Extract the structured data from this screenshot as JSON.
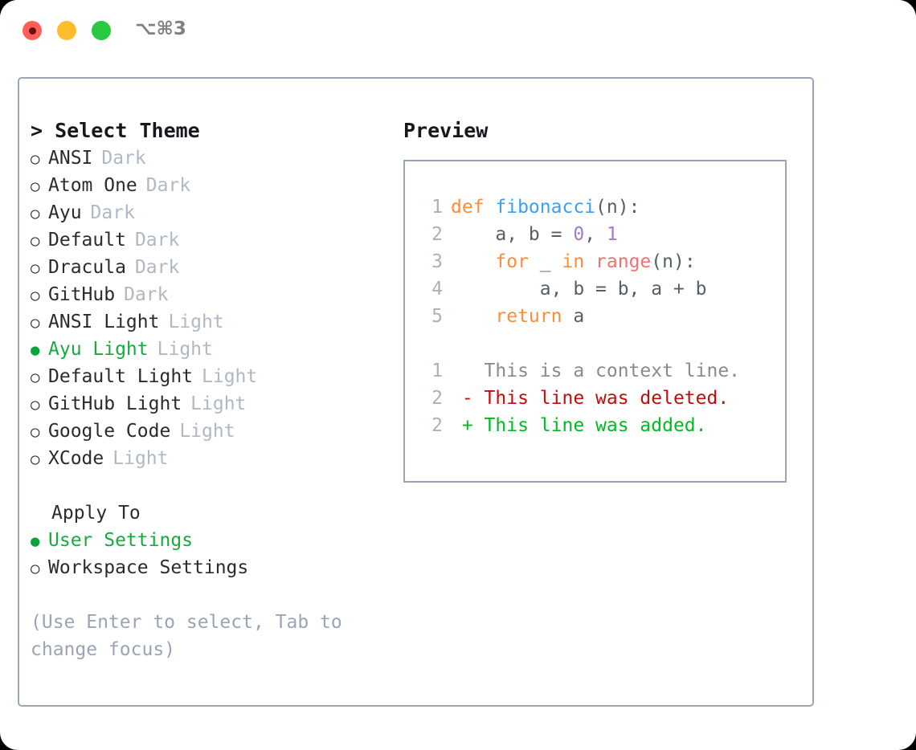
{
  "titlebar": {
    "shortcut": "⌥⌘3",
    "buttons": [
      "close",
      "minimize",
      "maximize"
    ]
  },
  "theme_panel": {
    "heading": "> Select Theme",
    "items": [
      {
        "marker": "○",
        "label": "ANSI",
        "tag": "Dark",
        "selected": false
      },
      {
        "marker": "○",
        "label": "Atom One",
        "tag": "Dark",
        "selected": false
      },
      {
        "marker": "○",
        "label": "Ayu",
        "tag": "Dark",
        "selected": false
      },
      {
        "marker": "○",
        "label": "Default",
        "tag": "Dark",
        "selected": false
      },
      {
        "marker": "○",
        "label": "Dracula",
        "tag": "Dark",
        "selected": false
      },
      {
        "marker": "○",
        "label": "GitHub",
        "tag": "Dark",
        "selected": false
      },
      {
        "marker": "○",
        "label": "ANSI Light",
        "tag": "Light",
        "selected": false
      },
      {
        "marker": "●",
        "label": "Ayu Light",
        "tag": "Light",
        "selected": true
      },
      {
        "marker": "○",
        "label": "Default Light",
        "tag": "Light",
        "selected": false
      },
      {
        "marker": "○",
        "label": "GitHub Light",
        "tag": "Light",
        "selected": false
      },
      {
        "marker": "○",
        "label": "Google Code",
        "tag": "Light",
        "selected": false
      },
      {
        "marker": "○",
        "label": "XCode",
        "tag": "Light",
        "selected": false
      }
    ]
  },
  "apply_to": {
    "heading": "Apply To",
    "items": [
      {
        "marker": "●",
        "label": "User Settings",
        "selected": true
      },
      {
        "marker": "○",
        "label": "Workspace Settings",
        "selected": false
      }
    ]
  },
  "hint": "(Use Enter to select, Tab to change focus)",
  "preview": {
    "heading": "Preview",
    "code_lines": [
      {
        "lineno": "1",
        "tokens": [
          {
            "text": "def ",
            "kind": "kw"
          },
          {
            "text": "fibonacci",
            "kind": "fn"
          },
          {
            "text": "(n):",
            "kind": "plain"
          }
        ]
      },
      {
        "lineno": "2",
        "tokens": [
          {
            "text": "    a, b = ",
            "kind": "plain"
          },
          {
            "text": "0",
            "kind": "num"
          },
          {
            "text": ", ",
            "kind": "plain"
          },
          {
            "text": "1",
            "kind": "num"
          }
        ]
      },
      {
        "lineno": "3",
        "tokens": [
          {
            "text": "    ",
            "kind": "plain"
          },
          {
            "text": "for",
            "kind": "kw"
          },
          {
            "text": " _ ",
            "kind": "plain"
          },
          {
            "text": "in",
            "kind": "kw"
          },
          {
            "text": " ",
            "kind": "plain"
          },
          {
            "text": "range",
            "kind": "builtin"
          },
          {
            "text": "(n):",
            "kind": "plain"
          }
        ]
      },
      {
        "lineno": "4",
        "tokens": [
          {
            "text": "        a, b = b, a + b",
            "kind": "plain"
          }
        ]
      },
      {
        "lineno": "5",
        "tokens": [
          {
            "text": "    ",
            "kind": "plain"
          },
          {
            "text": "return",
            "kind": "kw"
          },
          {
            "text": " a",
            "kind": "plain"
          }
        ]
      }
    ],
    "diff_lines": [
      {
        "lineno": "1",
        "tokens": [
          {
            "text": "   This is a context line.",
            "kind": "ctx"
          }
        ]
      },
      {
        "lineno": "2",
        "tokens": [
          {
            "text": " - This line was deleted.",
            "kind": "del"
          }
        ]
      },
      {
        "lineno": "2",
        "tokens": [
          {
            "text": " + This line was added.",
            "kind": "add"
          }
        ]
      }
    ]
  },
  "colors": {
    "accent_green": "#17ab3f",
    "border": "#9aa4b2",
    "tag_gray": "#b0b8c4",
    "hint_gray": "#9aa4b2",
    "kw_orange": "#fa8d3e",
    "fn_blue": "#3d9ff3",
    "builtin_red": "#f07171",
    "num_purple": "#a37acc",
    "plain": "#575f66",
    "diff_del": "#c20d0d",
    "diff_add": "#00bb22"
  }
}
